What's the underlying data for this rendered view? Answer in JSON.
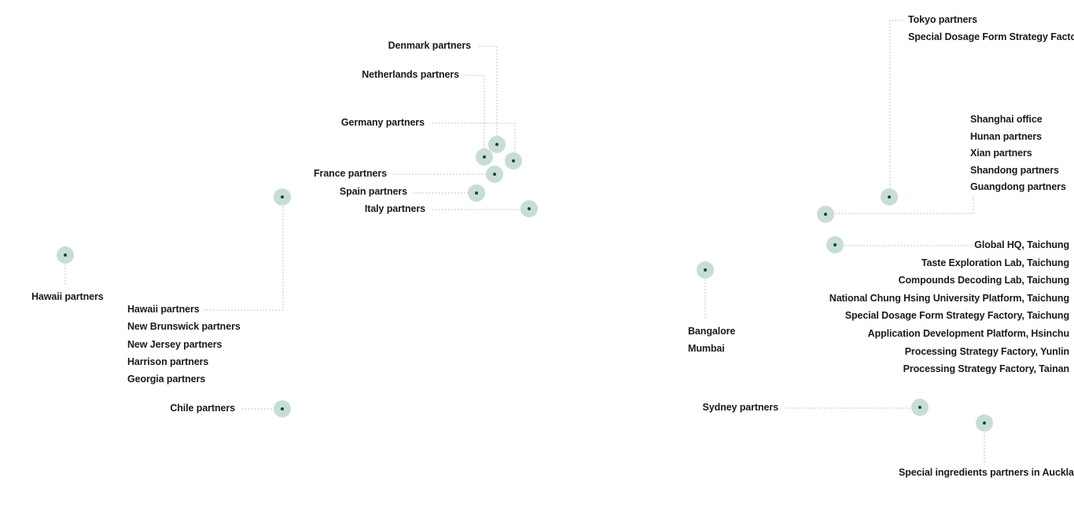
{
  "theme": {
    "marker_fill": "#c8ddd6",
    "marker_core": "#0f4a3a",
    "connector": "#b5b5b5",
    "text": "#1a1a1a"
  },
  "locations": [
    {
      "id": "denmark",
      "labels": [
        "Denmark partners"
      ]
    },
    {
      "id": "netherlands",
      "labels": [
        "Netherlands partners"
      ]
    },
    {
      "id": "germany",
      "labels": [
        "Germany partners"
      ]
    },
    {
      "id": "france",
      "labels": [
        "France partners"
      ]
    },
    {
      "id": "spain",
      "labels": [
        "Spain partners"
      ]
    },
    {
      "id": "italy",
      "labels": [
        "Italy partners"
      ]
    },
    {
      "id": "tokyo",
      "labels": [
        "Tokyo partners",
        "Special Dosage Form Strategy Factory"
      ]
    },
    {
      "id": "china",
      "labels": [
        "Shanghai office",
        "Hunan partners",
        "Xian partners",
        "Shandong partners",
        "Guangdong partners"
      ]
    },
    {
      "id": "taiwan",
      "labels": [
        "Global HQ, Taichung",
        "Taste Exploration Lab, Taichung",
        "Compounds Decoding Lab, Taichung",
        "National Chung Hsing University Platform, Taichung",
        "Special Dosage Form Strategy Factory, Taichung",
        "Application Development Platform, Hsinchu",
        "Processing Strategy Factory, Yunlin",
        "Processing Strategy Factory, Tainan"
      ]
    },
    {
      "id": "hawaii",
      "labels": [
        "Hawaii partners"
      ]
    },
    {
      "id": "usa",
      "labels": [
        "Hawaii partners",
        "New Brunswick partners",
        "New Jersey partners",
        "Harrison partners",
        "Georgia partners"
      ]
    },
    {
      "id": "chile",
      "labels": [
        "Chile partners"
      ]
    },
    {
      "id": "india",
      "labels": [
        "Bangalore",
        "Mumbai"
      ]
    },
    {
      "id": "sydney",
      "labels": [
        "Sydney partners"
      ]
    },
    {
      "id": "auckland",
      "labels": [
        "Special ingredients partners in Auckland"
      ]
    }
  ]
}
